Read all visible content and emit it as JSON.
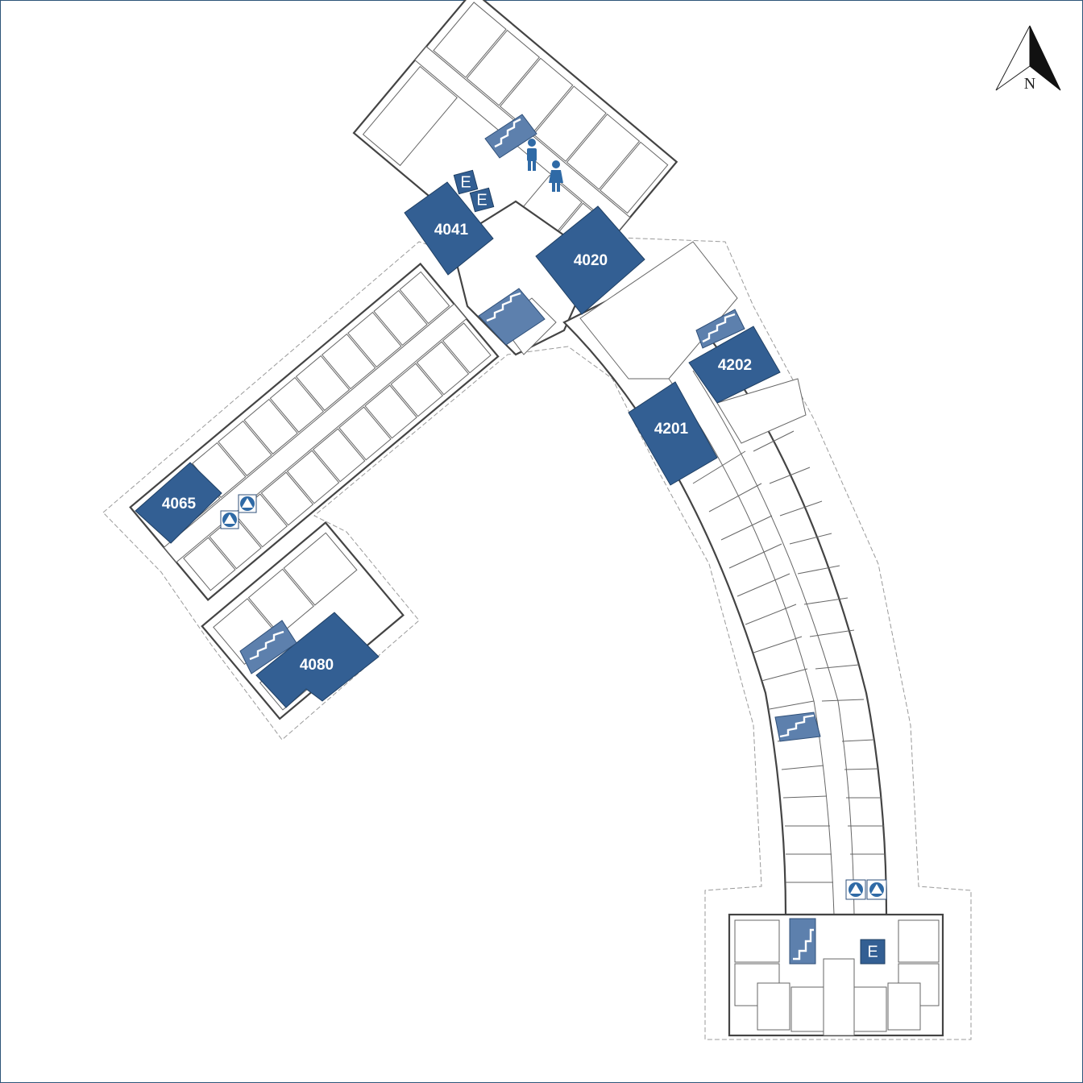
{
  "map": {
    "compass_letter": "N",
    "highlight_color": "#335f93",
    "stair_color": "#5d80ad",
    "rooms": [
      {
        "id": "r4041",
        "label": "4041"
      },
      {
        "id": "r4020",
        "label": "4020"
      },
      {
        "id": "r4202",
        "label": "4202"
      },
      {
        "id": "r4201",
        "label": "4201"
      },
      {
        "id": "r4065",
        "label": "4065"
      },
      {
        "id": "r4080",
        "label": "4080"
      }
    ],
    "elevators": [
      {
        "id": "e1",
        "label": "E"
      },
      {
        "id": "e2",
        "label": "E"
      },
      {
        "id": "e3",
        "label": "E"
      }
    ],
    "icons": [
      "stairs-icon",
      "mens-restroom-icon",
      "womens-restroom-icon",
      "emergency-icon",
      "elevator-icon",
      "north-arrow-icon"
    ]
  }
}
